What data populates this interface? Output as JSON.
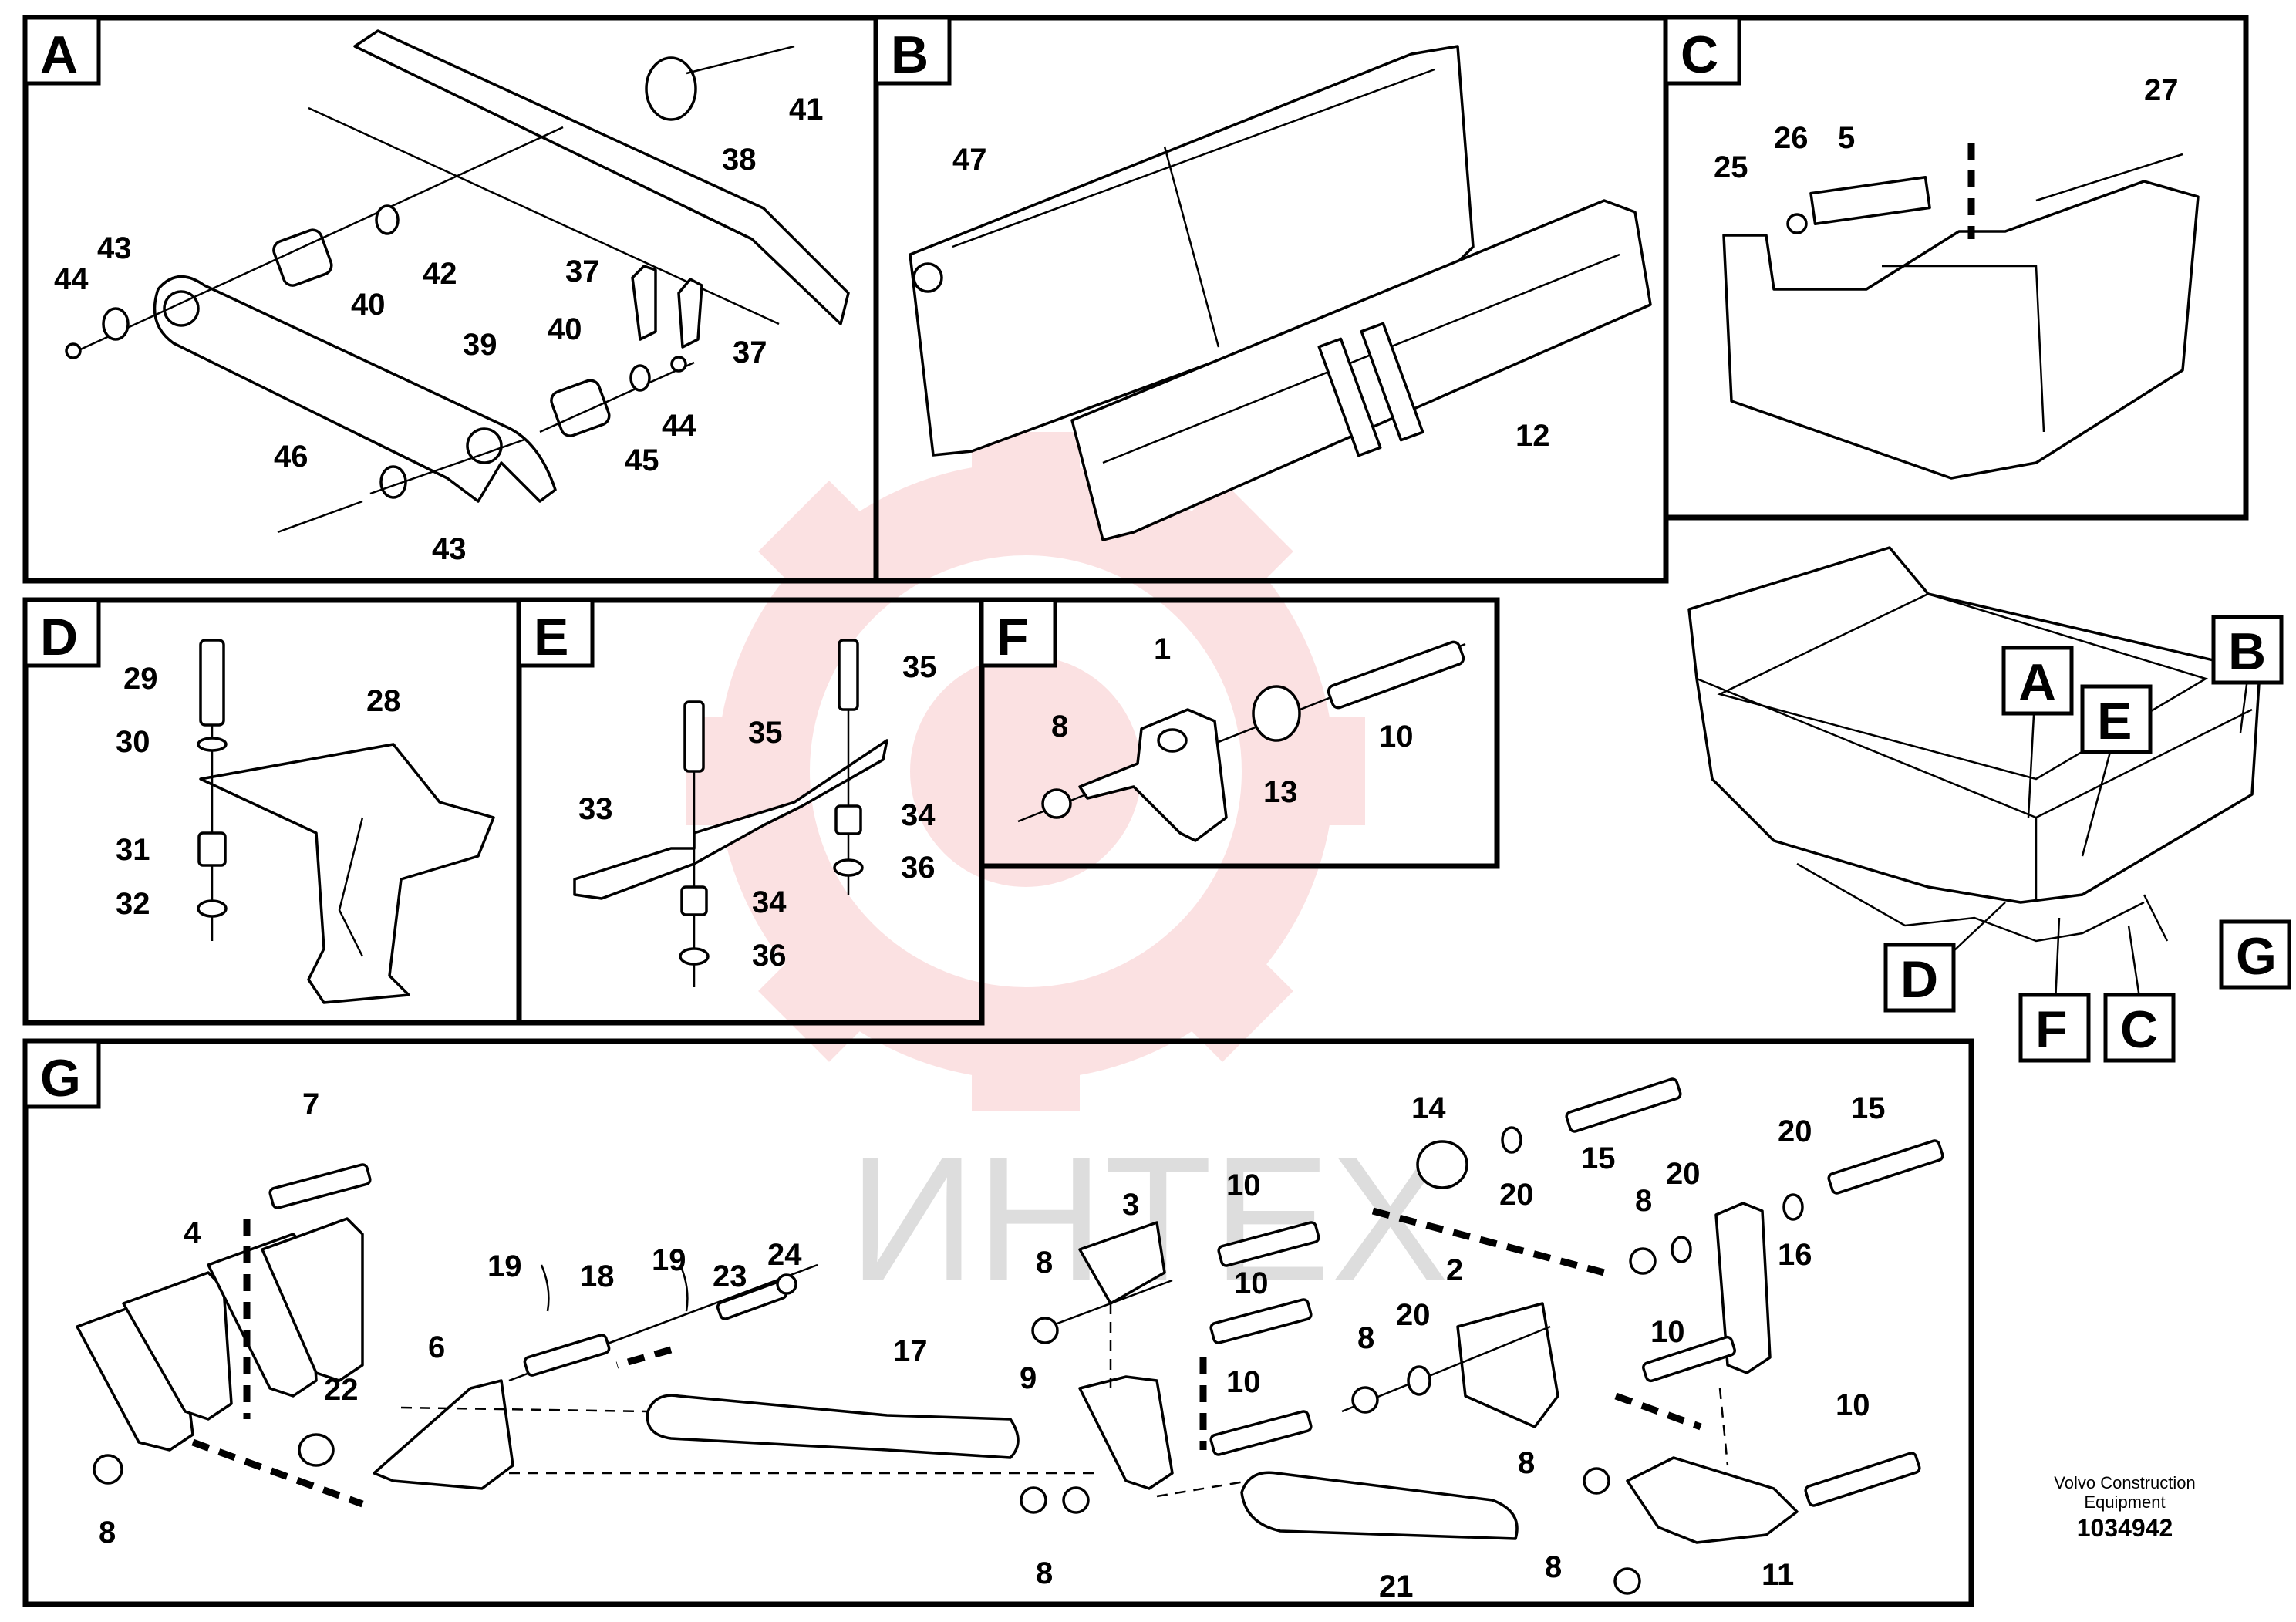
{
  "panels": [
    {
      "id": "A",
      "label": "A"
    },
    {
      "id": "B",
      "label": "B"
    },
    {
      "id": "C",
      "label": "C"
    },
    {
      "id": "D",
      "label": "D"
    },
    {
      "id": "E",
      "label": "E"
    },
    {
      "id": "F",
      "label": "F"
    },
    {
      "id": "G",
      "label": "G"
    }
  ],
  "overview_tags": [
    "A",
    "B",
    "E",
    "G",
    "D",
    "F",
    "C"
  ],
  "callouts": {
    "A": [
      "41",
      "38",
      "42",
      "43",
      "44",
      "40",
      "37",
      "37",
      "39",
      "40",
      "45",
      "44",
      "46",
      "43"
    ],
    "B": [
      "47",
      "12"
    ],
    "C": [
      "26",
      "5",
      "27",
      "25"
    ],
    "D": [
      "29",
      "28",
      "30",
      "31",
      "32"
    ],
    "E": [
      "35",
      "35",
      "34",
      "33",
      "36",
      "34",
      "36"
    ],
    "F": [
      "1",
      "8",
      "10",
      "13"
    ],
    "G": [
      "7",
      "4",
      "19",
      "18",
      "19",
      "23",
      "24",
      "3",
      "10",
      "8",
      "10",
      "6",
      "22",
      "17",
      "9",
      "10",
      "8",
      "8",
      "21",
      "14",
      "15",
      "20",
      "8",
      "20",
      "16",
      "20",
      "15",
      "2",
      "20",
      "8",
      "10",
      "8",
      "10",
      "8",
      "11"
    ]
  },
  "watermark": {
    "text": "ИНТЕХ",
    "color": "#e8202a"
  },
  "footer": {
    "brand_line1": "Volvo Construction",
    "brand_line2": "Equipment",
    "doc_number": "1034942"
  }
}
